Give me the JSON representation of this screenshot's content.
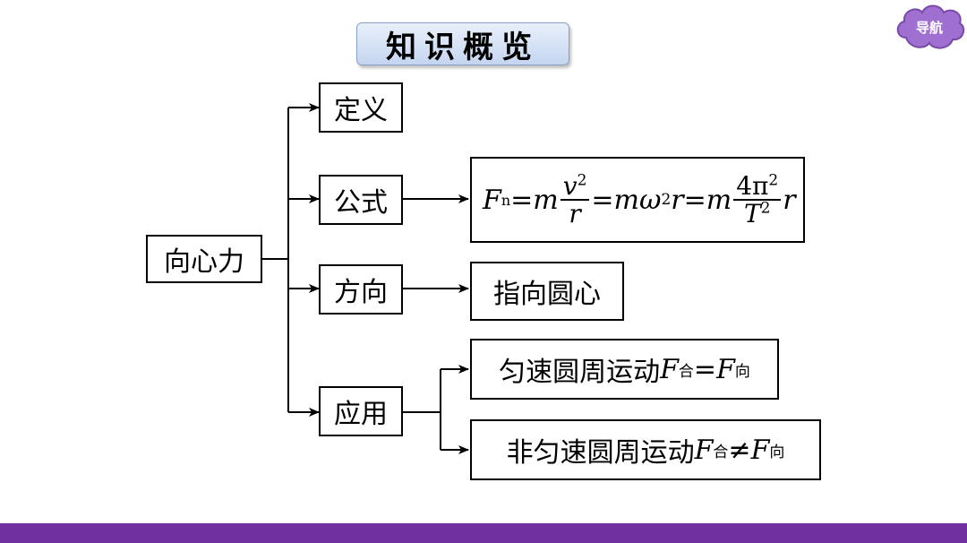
{
  "title": "知识概览",
  "nav": {
    "label": "导航",
    "color": "#9966cc"
  },
  "root": "向心力",
  "branches": {
    "definition": "定义",
    "formula": "公式",
    "direction": "方向",
    "application": "应用"
  },
  "direction_value": "指向圆心",
  "formula": {
    "F": "F",
    "n": "n",
    "eq1": "=m",
    "v": "v",
    "v_sup": "2",
    "r": "r",
    "eq2": "=mω",
    "omega_sup": "2",
    "r2": "r",
    "eq3": "=m",
    "num4pi": "4π",
    "pi_sup": "2",
    "T": "T",
    "T_sup": "2",
    "r3": "r"
  },
  "applications": {
    "uniform": {
      "text": "匀速圆周运动",
      "F1": "F",
      "sub1": "合",
      "op": "=",
      "F2": "F",
      "sub2": "向"
    },
    "nonuniform": {
      "text": "非匀速圆周运动",
      "F1": "F",
      "sub1": "合",
      "op": "≠",
      "F2": "F",
      "sub2": "向"
    }
  },
  "colors": {
    "bottom_bar": "#7030a0"
  }
}
